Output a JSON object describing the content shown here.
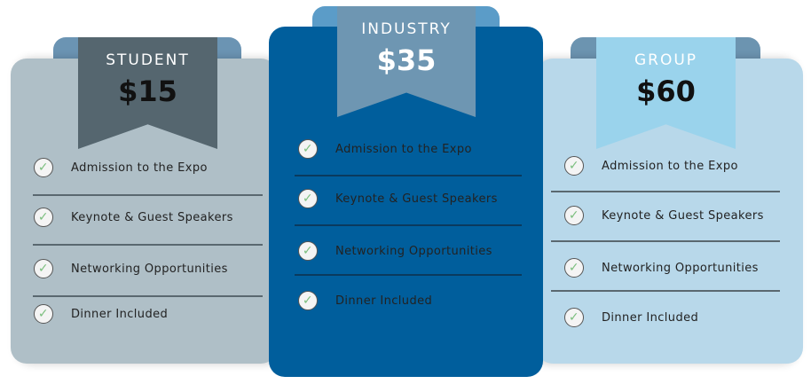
{
  "plans": [
    {
      "tier": "STUDENT",
      "price": "$15",
      "features": [
        "Admission to the Expo",
        "Keynote & Guest Speakers",
        "Networking Opportunities",
        "Dinner Included"
      ]
    },
    {
      "tier": "INDUSTRY",
      "price": "$35",
      "features": [
        "Admission to the Expo",
        "Keynote & Guest Speakers",
        "Networking Opportunities",
        "Dinner Included"
      ]
    },
    {
      "tier": "GROUP",
      "price": "$60",
      "features": [
        "Admission to the Expo",
        "Keynote & Guest Speakers",
        "Networking Opportunities",
        "Dinner Included"
      ]
    }
  ],
  "colors": {
    "student_card": "#afbfc7",
    "student_ribbon": "#55666f",
    "industry_card": "#005e9c",
    "industry_ribbon": "#6e96b2",
    "group_card": "#b8d8ea",
    "group_ribbon": "#9ad3ec"
  }
}
